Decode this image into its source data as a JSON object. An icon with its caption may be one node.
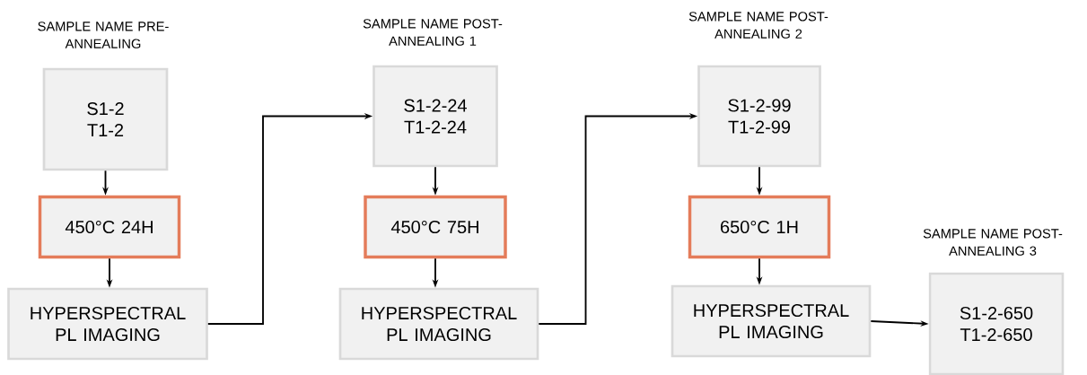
{
  "diagram": {
    "nodes": [
      {
        "text": [
          "SAMPLE NAME PRE-ANNEALING",
          "S1-2 T1-2"
        ]
      },
      {
        "text": [
          "450°C 24H"
        ]
      },
      {
        "text": [
          "HYPERSPECTRAL PL IMAGING"
        ]
      },
      {
        "text": [
          "SAMPLE NAME POST-ANNEALING 1",
          "S1-2-24 T1-2-24"
        ]
      },
      {
        "text": [
          "450°C 75H"
        ]
      },
      {
        "text": [
          "HYPERSPECTRAL PL IMAGING"
        ]
      },
      {
        "text": [
          "SAMPLE NAME POST-ANNEALING 2",
          "S1-2-99 T1-2-99"
        ]
      },
      {
        "text": [
          "650°C 1H"
        ]
      },
      {
        "text": [
          "HYPERSPECTRAL PL IMAGING"
        ]
      },
      {
        "text": [
          "SAMPLE NAME POST-ANNEALING 3",
          "S1-2-650 T1-2-650"
        ]
      }
    ],
    "edges": [
      {
        "from": 0,
        "to": 1,
        "arrow": "to"
      },
      {
        "from": 1,
        "to": 2,
        "arrow": "to"
      },
      {
        "from": 2,
        "to": 3,
        "arrow": "to"
      },
      {
        "from": 3,
        "to": 4,
        "arrow": "to"
      },
      {
        "from": 4,
        "to": 5,
        "arrow": "to"
      },
      {
        "from": 5,
        "to": 6,
        "arrow": "to"
      },
      {
        "from": 6,
        "to": 7,
        "arrow": "to"
      },
      {
        "from": 7,
        "to": 8,
        "arrow": "to"
      },
      {
        "from": 8,
        "to": 9,
        "arrow": "to"
      }
    ]
  }
}
